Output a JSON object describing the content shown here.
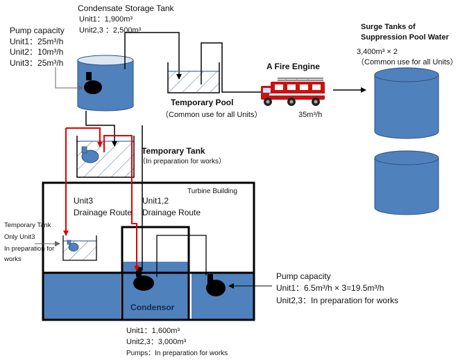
{
  "labels": {
    "pump_capacity_top": {
      "title": "Pump capacity",
      "unit1": "Unit1：25m³/h",
      "unit2": "Unit2：10m³/h",
      "unit3": "Unit3：25m³/h"
    },
    "condensate_storage_tank": {
      "title": "Condensate Storage Tank",
      "unit1": "Unit1：1,900m³",
      "unit23": "Unit2,3 ：2,500m³"
    },
    "temporary_pool": {
      "title": "Temporary Pool",
      "note": "（Common use for all Units）"
    },
    "fire_engine": {
      "title": "A Fire Engine",
      "rate": "35m³/h"
    },
    "surge_tanks": {
      "title_line1": "Surge Tanks of",
      "title_line2": "Suppression Pool Water",
      "capacity": "3,400m³ × 2",
      "note": "（Common use for all Units）"
    },
    "temporary_tank_upper": {
      "title": "Temporary Tank",
      "note": "（In preparation for works）"
    },
    "turbine_building": "Turbine Building",
    "unit3_route": {
      "line1": "Unit3",
      "line2": "Drainage Route"
    },
    "unit12_route": {
      "line1": "Unit1,2",
      "line2": "Drainage Route"
    },
    "temporary_tank_left": {
      "title": "Temporary Tank",
      "line2": "Only Unit3",
      "line3": "In preparation for",
      "line4": "works"
    },
    "condensor": "Condensor",
    "pump_capacity_right": {
      "title": "Pump capacity",
      "unit1": "Unit1：6.5m³/h × 3=19.5m³/h",
      "unit23": "Unit2,3：In preparation for works"
    },
    "condensor_capacity": {
      "unit1": "Unit1：1,600m³",
      "unit23": "Unit2,3：3,000m³",
      "pumps": "Pumps：In preparation for works"
    }
  },
  "colors": {
    "tank_blue": "#4f81bd",
    "tank_outline": "#2e4f7a",
    "tank_top": "#dce6f2",
    "water_hatch": "#4a6fa5",
    "pump": "#000000",
    "drain_route": "#e00000",
    "pipe": "#000000",
    "fire_engine_red": "#cc1111"
  }
}
